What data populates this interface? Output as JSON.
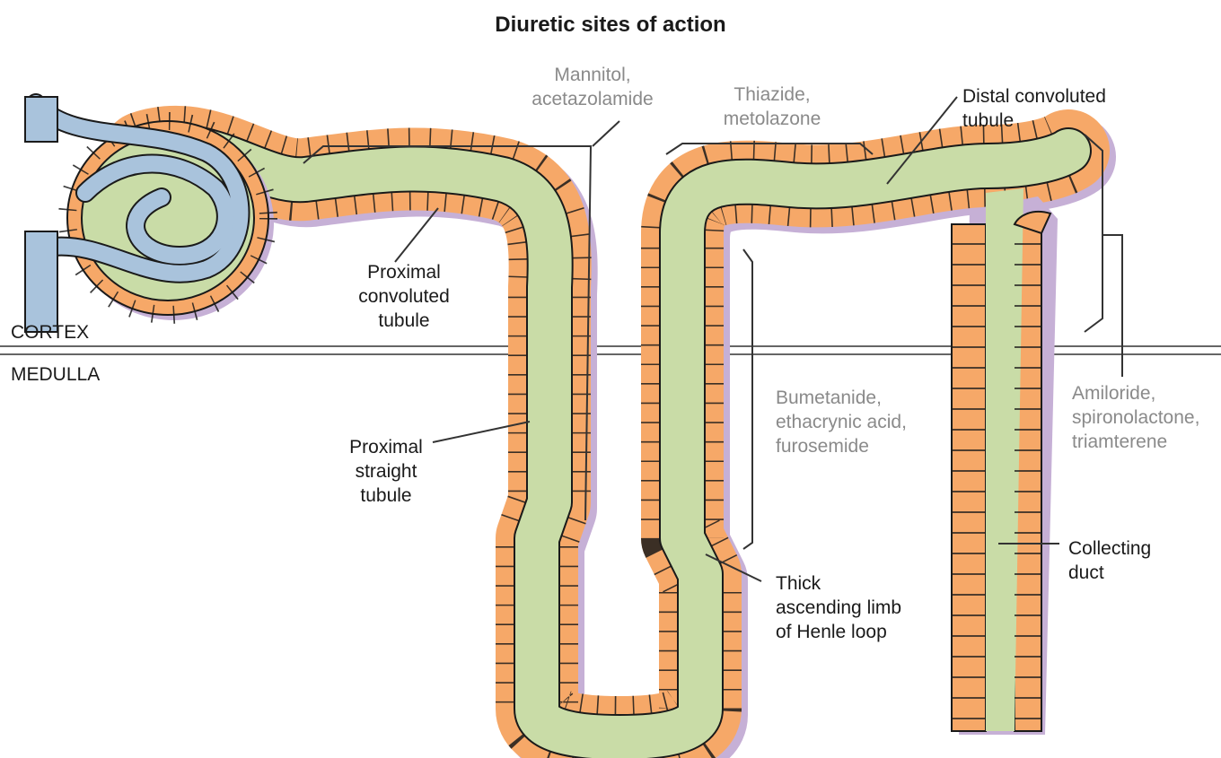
{
  "title": "Diuretic sites of action",
  "regions": {
    "cortex": "CORTEX",
    "medulla": "MEDULLA"
  },
  "structures": {
    "pct": "Proximal\nconvoluted\ntubule",
    "pst": "Proximal\nstraight\ntubule",
    "tal": "Thick\nascending limb\nof Henle loop",
    "dct": "Distal convoluted\ntubule",
    "cd": "Collecting\nduct"
  },
  "drugs": {
    "proximal": "Mannitol,\nacetazolamide",
    "distal": "Thiazide,\nmetolazone",
    "loop": "Bumetanide,\nethacrynic acid,\nfurosemide",
    "collecting": "Amiloride,\nspironolactone,\ntriamterene"
  },
  "colors": {
    "cells": "#f6a868",
    "cell_border": "#1a1a1a",
    "lumen": "#c9dca7",
    "vessel": "#a9c3dc",
    "shadow": "#c6b0d6",
    "drug_text": "#8a8a8a"
  }
}
